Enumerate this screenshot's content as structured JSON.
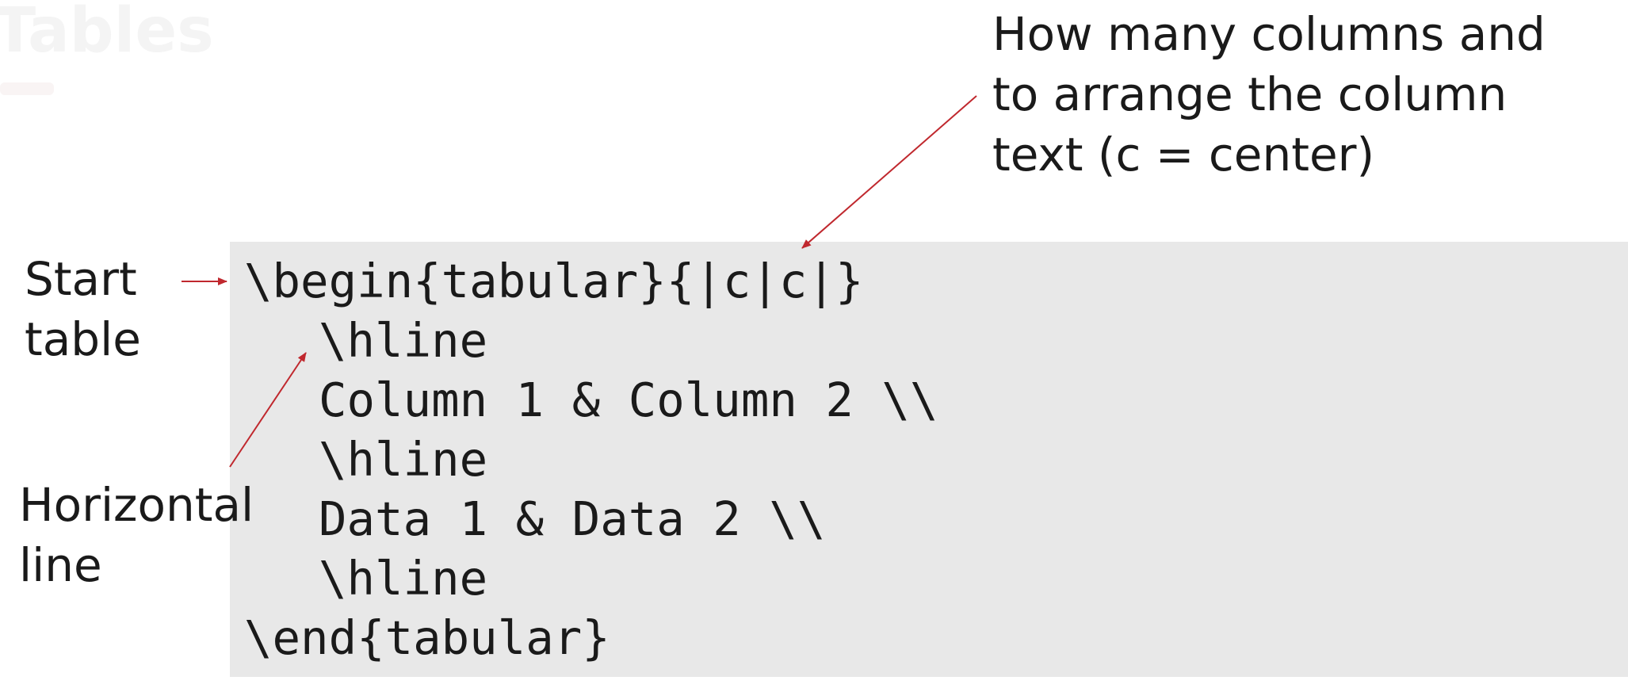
{
  "ghost_title": "Tables",
  "code": {
    "line_1": "\\begin{tabular}{|c|c|}",
    "line_2": "\\hline",
    "line_3": "Column 1 & Column 2 \\\\",
    "line_4": "\\hline",
    "line_5": "Data 1 & Data 2 \\\\",
    "line_6": "\\hline",
    "line_7": "\\end{tabular}"
  },
  "annotations": {
    "columns_note": [
      "How many columns and",
      "to arrange the column",
      "text (c = center)"
    ],
    "start_note": [
      "Start",
      "table"
    ],
    "hline_note": [
      "Horizontal",
      "line"
    ]
  },
  "colors": {
    "code_background": "#e8e8e8",
    "arrow": "#c0282e",
    "text": "#1a1a1a"
  }
}
